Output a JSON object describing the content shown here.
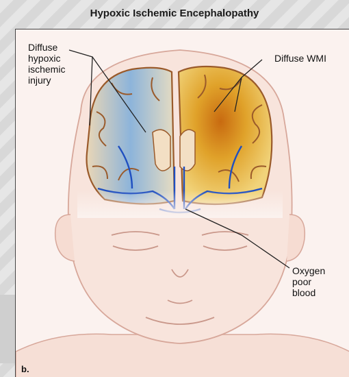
{
  "title": "Hypoxic Ischemic Encephalopathy",
  "labels": {
    "diffuse_injury": "Diffuse\nhypoxic\nischemic\ninjury",
    "diffuse_wmi": "Diffuse WMI",
    "oxygen_poor_blood": "Oxygen\npoor\nblood",
    "panel": "b."
  },
  "colors": {
    "skin": "#f8e4dc",
    "skin_outline": "#d7a79a",
    "cortex": "#c98a55",
    "injury_blue": "#6f9ed0",
    "wmi_orange": "#e0a22a",
    "vessel_blue": "#1f4fc0"
  }
}
